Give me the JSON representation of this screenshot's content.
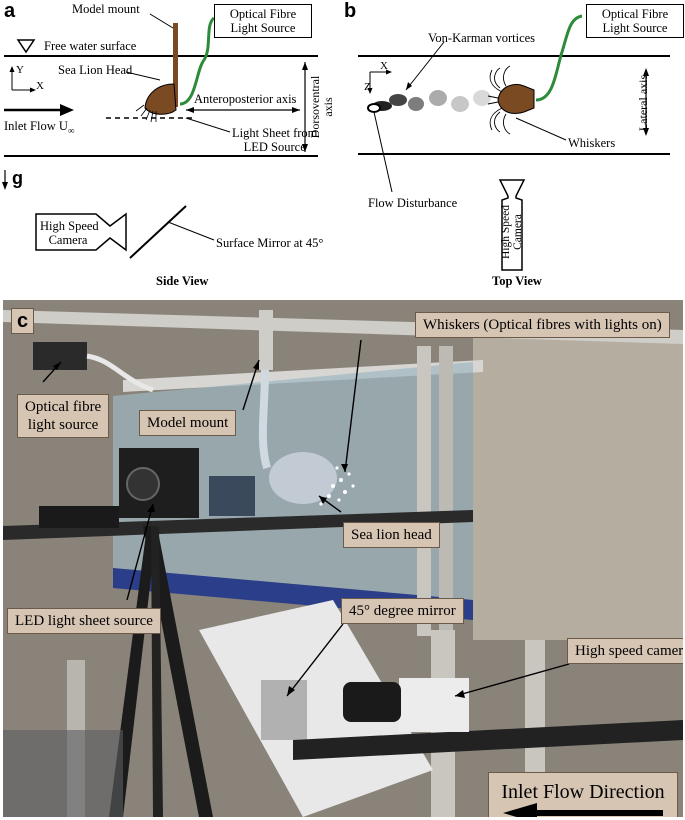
{
  "panel_a": {
    "letter": "a",
    "model_mount": "Model mount",
    "optical_fibre_line1": "Optical Fibre",
    "optical_fibre_line2": "Light Source",
    "free_water_surface": "Free water surface",
    "axis_y": "Y",
    "axis_x": "X",
    "sea_lion_head": "Sea Lion Head",
    "inlet_flow": "Inlet Flow U",
    "inlet_flow_sub": "∞",
    "anteroposterior_axis": "Anteroposterior axis",
    "dorsoventral_line1": "Dorsoventral",
    "dorsoventral_line2": "axis",
    "light_sheet_line1": "Light Sheet from",
    "light_sheet_line2": "LED Source",
    "gravity": "g",
    "camera_line1": "High Speed",
    "camera_line2": "Camera",
    "surface_mirror": "Surface Mirror at 45°",
    "view_title": "Side View"
  },
  "panel_b": {
    "letter": "b",
    "optical_fibre_line1": "Optical Fibre",
    "optical_fibre_line2": "Light Source",
    "von_karman": "Von-Karman vortices",
    "axis_x": "X",
    "axis_z": "Z",
    "lateral_axis": "Lateral axis",
    "whiskers": "Whiskers",
    "flow_disturbance": "Flow Disturbance",
    "camera_line1": "High Speed",
    "camera_line2": "Camera",
    "view_title": "Top View"
  },
  "panel_c": {
    "letter": "c",
    "whiskers_callout": "Whiskers (Optical fibres with lights on)",
    "optical_fibre_line1": "Optical fibre",
    "optical_fibre_line2": "light source",
    "model_mount": "Model mount",
    "inlet_flow_direction": "Inlet Flow Direction",
    "sea_lion_head": "Sea lion head",
    "led_light_sheet": "LED light sheet source",
    "mirror": "45° degree mirror",
    "high_speed_camera": "High speed camera"
  },
  "colors": {
    "fibre_green": "#2e8b3a",
    "mount_brown": "#7a4a22",
    "callout_fill": "#d7c5b4"
  }
}
